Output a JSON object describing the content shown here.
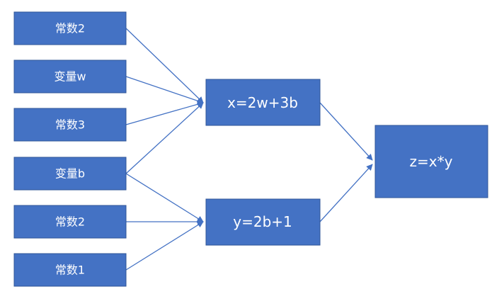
{
  "diagram": {
    "colors": {
      "node_fill": "#4472C4",
      "node_border": "#2F5597",
      "edge": "#4472C4",
      "text": "#FFFFFF"
    },
    "inputs": [
      "常数2",
      "变量w",
      "常数3",
      "变量b",
      "常数2",
      "常数1"
    ],
    "middle": [
      "x=2w+3b",
      "y=2b+1"
    ],
    "output": "z=x*y",
    "edges": [
      {
        "from": "常数2",
        "to": "x=2w+3b"
      },
      {
        "from": "变量w",
        "to": "x=2w+3b"
      },
      {
        "from": "常数3",
        "to": "x=2w+3b"
      },
      {
        "from": "变量b",
        "to": "x=2w+3b"
      },
      {
        "from": "变量b",
        "to": "y=2b+1"
      },
      {
        "from": "常数2",
        "to": "y=2b+1"
      },
      {
        "from": "常数1",
        "to": "y=2b+1"
      },
      {
        "from": "x=2w+3b",
        "to": "z=x*y"
      },
      {
        "from": "y=2b+1",
        "to": "z=x*y"
      }
    ]
  }
}
